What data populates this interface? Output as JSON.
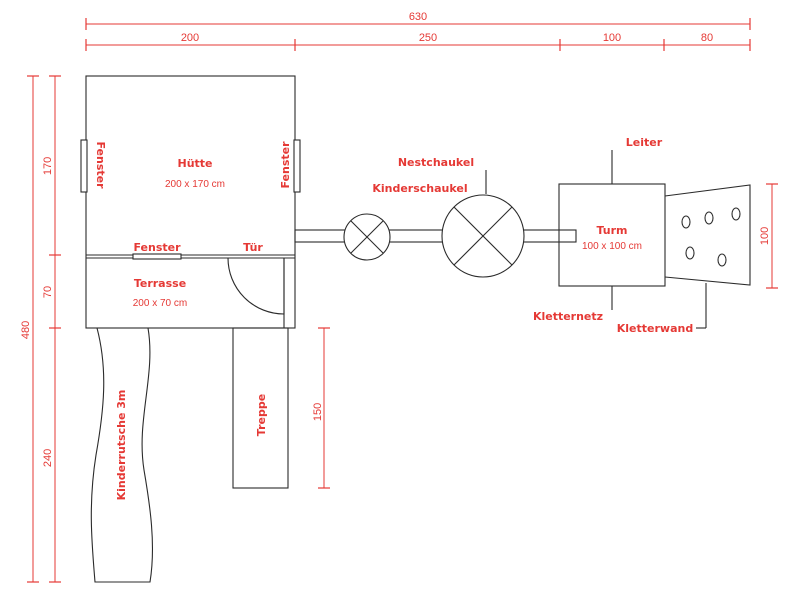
{
  "colors": {
    "annotation": "#e53935",
    "outline": "#2b2b2b",
    "background": "#ffffff"
  },
  "dimensions": {
    "total_width": "630",
    "hut_width": "200",
    "swing_width": "250",
    "tower_width": "100",
    "wall_width": "80",
    "total_height": "480",
    "hut_height": "170",
    "terrace_height": "70",
    "slide_length": "240",
    "stairs_length": "150",
    "wall_height": "100"
  },
  "labels": {
    "hut": "Hütte",
    "hut_size": "200 x 170 cm",
    "window_left": "Fenster",
    "window_right": "Fenster",
    "window_bottom": "Fenster",
    "door": "Tür",
    "terrace": "Terrasse",
    "terrace_size": "200 x 70 cm",
    "slide": "Kinderrutsche 3m",
    "stairs": "Treppe",
    "nest_swing": "Nestchaukel",
    "kids_swing": "Kinderschaukel",
    "ladder": "Leiter",
    "tower": "Turm",
    "tower_size": "100 x 100 cm",
    "climbing_net": "Kletternetz",
    "climbing_wall": "Kletterwand"
  }
}
